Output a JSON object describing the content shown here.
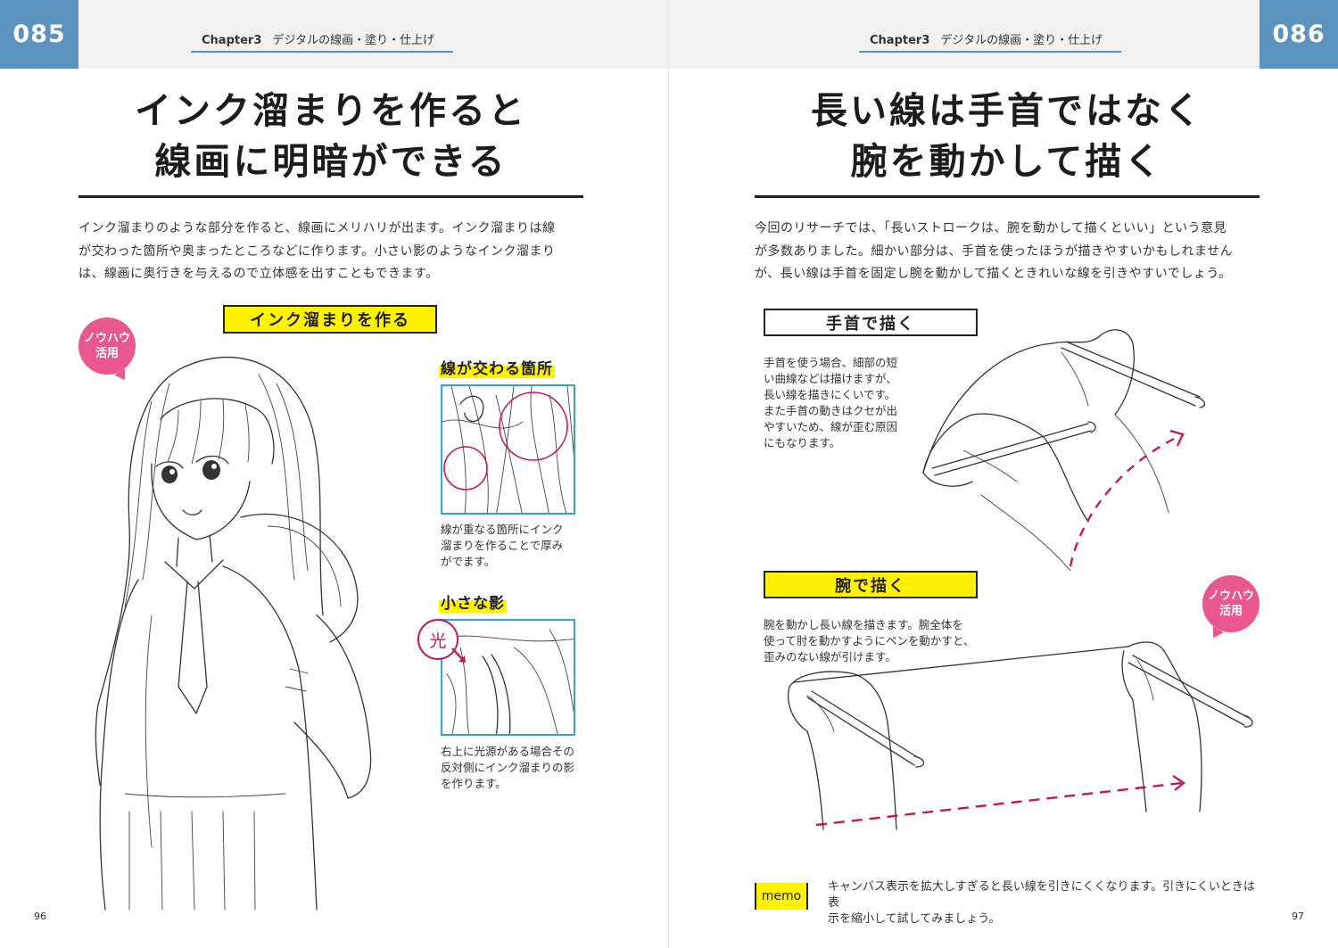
{
  "left_page": {
    "number_tab": "085",
    "chapter_num": "Chapter3",
    "chapter_title": "デジタルの線画・塗り・仕上げ",
    "title_line1": "インク溜まりを作ると",
    "title_line2": "線画に明暗ができる",
    "intro_line1": "インク溜まりのような部分を作ると、線画にメリハリが出ます。インク溜まりは線",
    "intro_line2": "が交わった箇所や奥まったところなどに作ります。小さい影のようなインク溜まり",
    "intro_line3": "は、線画に奥行きを与えるので立体感を出すこともできます。",
    "section_label": "インク溜まりを作る",
    "badge_line1": "ノウハウ",
    "badge_line2": "活用",
    "crossing": {
      "label": "線が交わる箇所",
      "caption_line1": "線が重なる箇所にインク",
      "caption_line2": "溜まりを作ることで厚み",
      "caption_line3": "がでます。"
    },
    "shadow": {
      "label": "小さな影",
      "light_mark": "光",
      "caption_line1": "右上に光源がある場合その",
      "caption_line2": "反対側にインク溜まりの影",
      "caption_line3": "を作ります。"
    },
    "page_number": "96"
  },
  "right_page": {
    "number_tab": "086",
    "chapter_num": "Chapter3",
    "chapter_title": "デジタルの線画・塗り・仕上げ",
    "title_line1": "長い線は手首ではなく",
    "title_line2": "腕を動かして描く",
    "intro_line1": "今回のリサーチでは、「長いストロークは、腕を動かして描くといい」という意見",
    "intro_line2": "が多数ありました。細かい部分は、手首を使ったほうが描きやすいかもしれません",
    "intro_line3": "が、長い線は手首を固定し腕を動かして描くときれいな線を引きやすいでしょう。",
    "wrist": {
      "label": "手首で描く",
      "caption_line1": "手首を使う場合、細部の短",
      "caption_line2": "い曲線などは描けますが、",
      "caption_line3": "長い線を描きにくいです。",
      "caption_line4": "また手首の動きはクセが出",
      "caption_line5": "やすいため、線が歪む原因",
      "caption_line6": "にもなります。"
    },
    "arm": {
      "label": "腕で描く",
      "caption_line1": "腕を動かし長い線を描きます。腕全体を",
      "caption_line2": "使って肘を動かすようにペンを動かすと、",
      "caption_line3": "歪みのない線が引けます。"
    },
    "badge_line1": "ノウハウ",
    "badge_line2": "活用",
    "memo_tag": "memo",
    "memo_line1": "キャンバス表示を拡大しすぎると長い線を引きにくくなります。引きにくいときは表",
    "memo_line2": "示を縮小して試してみましょう。",
    "page_number": "97"
  },
  "colors": {
    "tab_blue": "#5b93be",
    "highlight_yellow": "#fff200",
    "badge_pink": "#e8578e",
    "circle_magenta": "#c2185b",
    "inset_border": "#3aa0c9"
  }
}
